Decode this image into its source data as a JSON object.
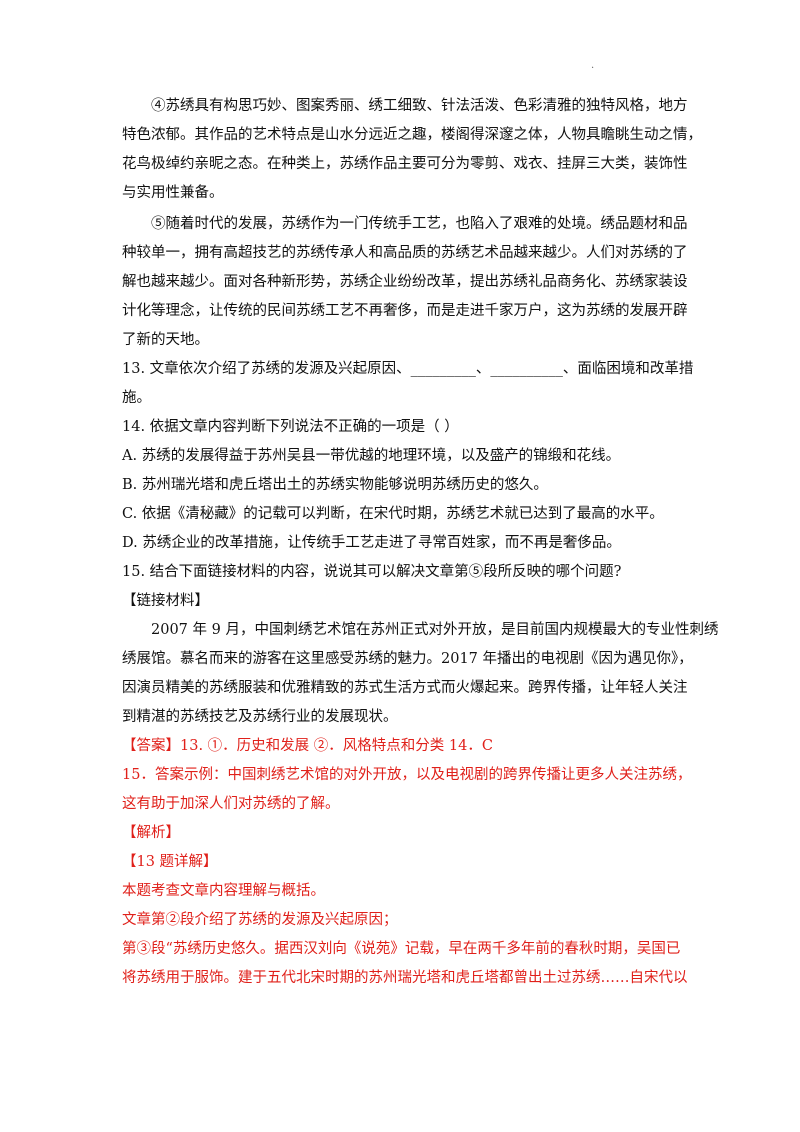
{
  "page_mark": ".",
  "para4": [
    "④苏绣具有构思巧妙、图案秀丽、绣工细致、针法活泼、色彩清雅的独特风格，地方",
    "特色浓郁。其作品的艺术特点是山水分远近之趣，楼阁得深邃之体，人物具瞻眺生动之情，",
    "花鸟极绰约亲昵之态。在种类上，苏绣作品主要可分为零剪、戏衣、挂屏三大类，装饰性",
    "与实用性兼备。"
  ],
  "para5": [
    "⑤随着时代的发展，苏绣作为一门传统手工艺，也陷入了艰难的处境。绣品题材和品",
    "种较单一，拥有高超技艺的苏绣传承人和高品质的苏绣艺术品越来越少。人们对苏绣的了",
    "解也越来越少。面对各种新形势，苏绣企业纷纷改革，提出苏绣礼品商务化、苏绣家装设",
    "计化等理念，让传统的民间苏绣工艺不再奢侈，而是走进千家万户，这为苏绣的发展开辟",
    "了新的天地。"
  ],
  "q13": [
    "13.  文章依次介绍了苏绣的发源及兴起原因、_________、__________、面临困境和改革措",
    "施。"
  ],
  "q14": {
    "stem": "14.  依据文章内容判断下列说法不正确的一项是（     ）",
    "a": "A.   苏绣的发展得益于苏州吴县一带优越的地理环境，以及盛产的锦缎和花线。",
    "b": "B.   苏州瑞光塔和虎丘塔出土的苏绣实物能够说明苏绣历史的悠久。",
    "c": "C.   依据《清秘藏》的记载可以判断，在宋代时期，苏绣艺术就已达到了最高的水平。",
    "d": "D.   苏绣企业的改革措施，让传统手工艺走进了寻常百姓家，而不再是奢侈品。"
  },
  "q15": "15.  结合下面链接材料的内容，说说其可以解决文章第⑤段所反映的哪个问题?",
  "link_title": "【链接材料】",
  "link_para": [
    "2007 年 9 月，中国刺绣艺术馆在苏州正式对外开放，是目前国内规模最大的专业性刺绣",
    "绣展馆。慕名而来的游客在这里感受苏绣的魅力。2017 年播出的电视剧《因为遇见你》，",
    "因演员精美的苏绣服装和优雅精致的苏式生活方式而火爆起来。跨界传播，让年轻人关注",
    "到精湛的苏绣技艺及苏绣行业的发展现状。"
  ],
  "answer": {
    "line1": "【答案】13.        ①．历史和发展        ②．风格特点和分类        14．C",
    "line2": "15．答案示例：中国刺绣艺术馆的对外开放，以及电视剧的跨界传播让更多人关注苏绣，",
    "line3": "这有助于加深人们对苏绣的了解。",
    "analysis": "【解析】",
    "detail13": "【13 题详解】",
    "d1": "本题考查文章内容理解与概括。",
    "d2": "文章第②段介绍了苏绣的发源及兴起原因；",
    "d3": "第③段“苏绣历史悠久。据西汉刘向《说苑》记载，早在两千多年前的春秋时期，吴国已",
    "d4": "将苏绣用于服饰。建于五代北宋时期的苏州瑞光塔和虎丘塔都曾出土过苏绣……自宋代以"
  },
  "colors": {
    "text": "#111111",
    "answer_red": "#e0201a"
  }
}
